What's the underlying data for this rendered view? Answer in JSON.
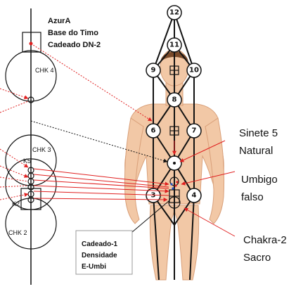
{
  "top_label": {
    "line1": "AzurA",
    "line2": "Base do Timo",
    "line3": "Cadeado DN-2"
  },
  "chakra_labels": {
    "chk4": "CHK 4",
    "chk3": "CHK 3",
    "k5": "K5",
    "k2": "K2",
    "chk2": "CHK 2"
  },
  "right_labels": {
    "sinete": "Sinete 5",
    "natural": "Natural",
    "umbigo": "Umbigo",
    "falso": "falso",
    "chakra2": "Chakra-2",
    "sacro": "Sacro"
  },
  "box_label": {
    "line1": "Cadeado-1",
    "line2": "Densidade",
    "line3": "E-Umbi"
  },
  "node_numbers": [
    "12",
    "11",
    "9",
    "10",
    "8",
    "6",
    "7",
    "3",
    "4"
  ],
  "colors": {
    "skin": "#f2c8a6",
    "skin_shadow": "#d9a07a",
    "line": "#111111",
    "arrow_red": "#e02020"
  }
}
